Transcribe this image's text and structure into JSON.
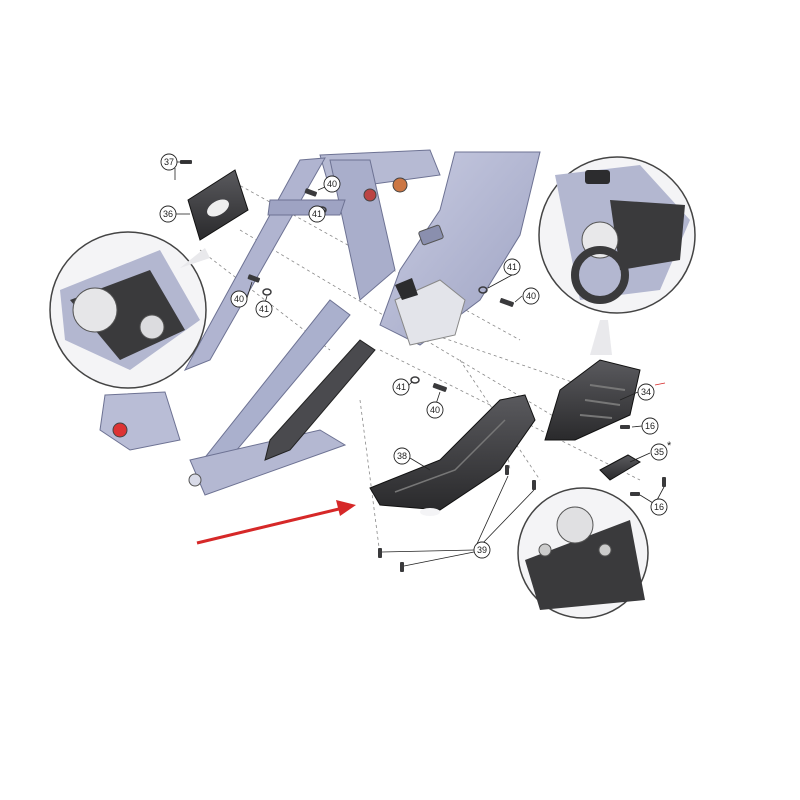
{
  "diagram": {
    "callouts": [
      {
        "id": "c37",
        "label": "37"
      },
      {
        "id": "c36",
        "label": "36"
      },
      {
        "id": "c40a",
        "label": "40"
      },
      {
        "id": "c41a",
        "label": "41"
      },
      {
        "id": "c40b",
        "label": "40"
      },
      {
        "id": "c41b",
        "label": "41"
      },
      {
        "id": "c41c",
        "label": "41"
      },
      {
        "id": "c40c",
        "label": "40"
      },
      {
        "id": "c41d",
        "label": "41"
      },
      {
        "id": "c40d",
        "label": "40"
      },
      {
        "id": "c34",
        "label": "34"
      },
      {
        "id": "c16a",
        "label": "16"
      },
      {
        "id": "c35",
        "label": "35"
      },
      {
        "id": "c16b",
        "label": "16"
      },
      {
        "id": "c38",
        "label": "38"
      },
      {
        "id": "c39",
        "label": "39"
      }
    ],
    "asterisk": "*",
    "colors": {
      "frame": "#b9bdd6",
      "frame_shade": "#8e93b3",
      "part_dark": "#3a3a3c",
      "arrow": "#d62828"
    }
  }
}
